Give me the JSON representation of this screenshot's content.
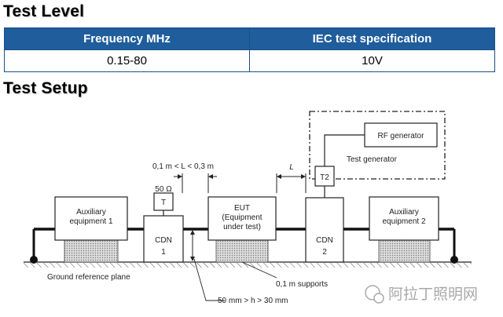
{
  "sections": {
    "level_title": "Test Level",
    "setup_title": "Test Setup"
  },
  "table": {
    "headers": [
      "Frequency MHz",
      "IEC test specification"
    ],
    "rows": [
      [
        "0.15-80",
        "10V"
      ]
    ]
  },
  "diagram": {
    "aux1": [
      "Auxiliary",
      "equipment 1"
    ],
    "aux2": [
      "Auxiliary",
      "equipment 2"
    ],
    "cdn1": [
      "CDN",
      "1"
    ],
    "cdn2": [
      "CDN",
      "2"
    ],
    "eut": [
      "EUT",
      "(Equipment",
      "under test)"
    ],
    "t_box": "T",
    "ohm": "50 Ω",
    "t2_box": "T2",
    "rf_generator": "RF generator",
    "test_generator": "Test generator",
    "distance_label": "0,1 m < L < 0,3 m",
    "l_label": "L",
    "supports_label": "0,1 m supports",
    "ground_label": "Ground reference plane",
    "height_label": "50 mm > h > 30 mm"
  },
  "watermark": "阿拉丁照明网",
  "colors": {
    "header_bg": "#1f5d9c",
    "header_text": "#ffffff",
    "border": "#1a4f86"
  }
}
